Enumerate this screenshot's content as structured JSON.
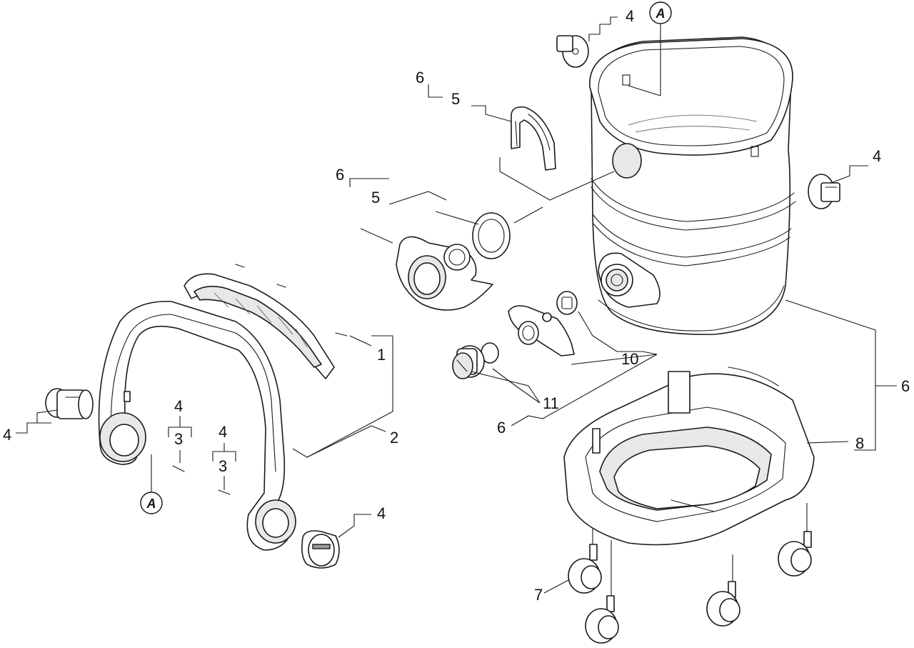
{
  "callouts": {
    "c1": "1",
    "c2": "2",
    "c3a": "3",
    "c3b": "3",
    "c4_top": "4",
    "c4_right": "4",
    "c4_left": "4",
    "c4_mid1": "4",
    "c4_mid2": "4",
    "c4_cap": "4",
    "c5_top": "5",
    "c5_mid": "5",
    "c6_top": "6",
    "c6_mid": "6",
    "c6_right": "6",
    "c6_bottom": "6",
    "c7": "7",
    "c8": "8",
    "c10": "10",
    "c11": "11"
  },
  "references": {
    "ref_top": "A",
    "ref_bottom": "A"
  }
}
